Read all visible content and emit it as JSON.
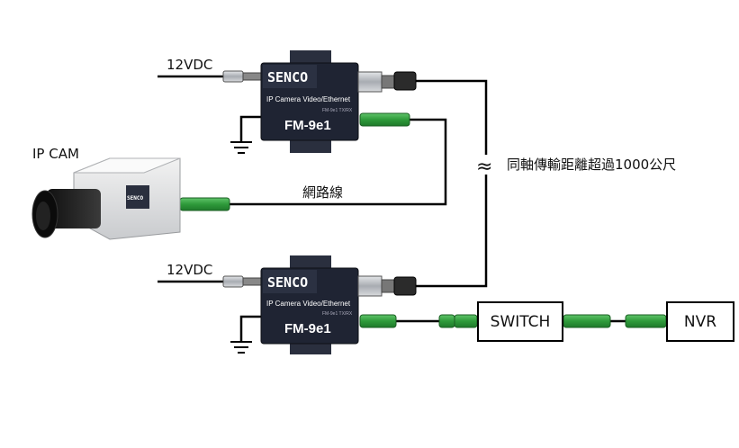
{
  "labels": {
    "power_top": "12VDC",
    "power_bottom": "12VDC",
    "camera": "IP CAM",
    "network_cable": "網路線",
    "coax_note": "同軸傳輸距離超過1000公尺",
    "coax_symbol": "≈"
  },
  "devices": [
    {
      "brand": "SENCO",
      "model_text": "IP Camera Video/Ethernet",
      "model_code": "FM-9e1 TX/RX",
      "model_name": "FM-9e1"
    },
    {
      "brand": "SENCO",
      "model_text": "IP Camera Video/Ethernet",
      "model_code": "FM-9e1 TX/RX",
      "model_name": "FM-9e1"
    }
  ],
  "camera_brand": "SENCO",
  "boxes": {
    "switch": "SWITCH",
    "nvr": "NVR"
  },
  "colors": {
    "line": "#000000",
    "device_body": "#1f2433",
    "device_text": "#ffffff",
    "rj45_green": "#2e9a3a",
    "coax_silver": "#b8bcc2"
  }
}
